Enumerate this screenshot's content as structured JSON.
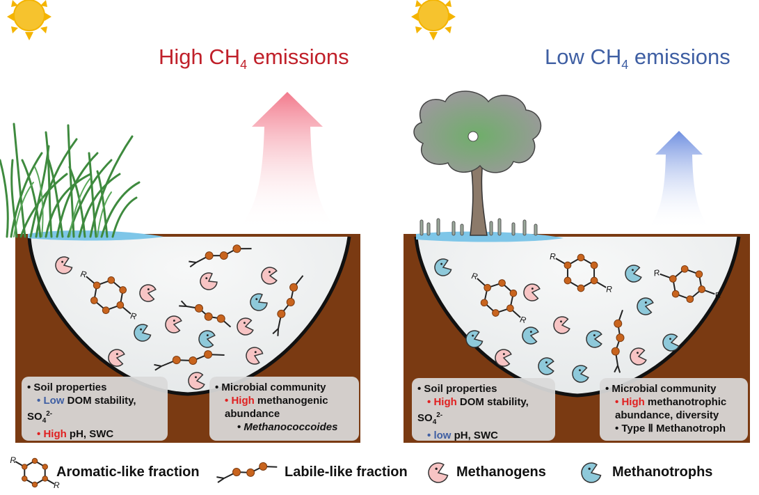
{
  "panels": {
    "left": {
      "title_main": "High CH",
      "title_sub": "4",
      "title_end": " emissions",
      "soil": {
        "heading": "Soil properties",
        "line1_colored": "Low",
        "line1_rest": " DOM stability,",
        "line2_base": "SO",
        "line2_sub": "4",
        "line2_sup": "2-",
        "line2_end": "-",
        "line3_colored": "High",
        "line3_rest": " pH, SWC"
      },
      "microbial": {
        "heading": "Microbial community",
        "line1_colored": "High",
        "line1_rest": " methanogenic",
        "line2": "abundance",
        "line3": "Methanococcoides"
      }
    },
    "right": {
      "title_main": "Low CH",
      "title_sub": "4",
      "title_end": " emissions",
      "soil": {
        "heading": "Soil properties",
        "line1_colored": "High",
        "line1_rest": " DOM stability,",
        "line2_base": "SO",
        "line2_sub": "4",
        "line2_sup": "2-",
        "line2_end": "-",
        "line3_colored": "low",
        "line3_rest": " pH, SWC"
      },
      "microbial": {
        "heading": "Microbial community",
        "line1_colored": "High",
        "line1_rest": " methanotrophic",
        "line2": "abundance, diversity",
        "line3": "Type Ⅱ Methanotroph"
      }
    }
  },
  "legend": {
    "aromatic": "Aromatic-like fraction",
    "labile": "Labile-like fraction",
    "methanogens": "Methanogens",
    "methanotrophs": "Methanotrophs"
  },
  "ring_substituent": "R",
  "icons": [
    "sun-icon",
    "grass-icon",
    "tree-icon",
    "arrow-up-icon",
    "methanogen-icon",
    "methanotroph-icon",
    "aromatic-molecule-icon",
    "labile-molecule-icon"
  ],
  "colors": {
    "high_emission": "#c0202a",
    "low_emission": "#3f5fa3",
    "methanogen": "#f7c4c4",
    "methanotroph": "#8ec9da",
    "soil": "#7a3a12",
    "water": "#7ec6e8",
    "atom": "#c8641e"
  }
}
